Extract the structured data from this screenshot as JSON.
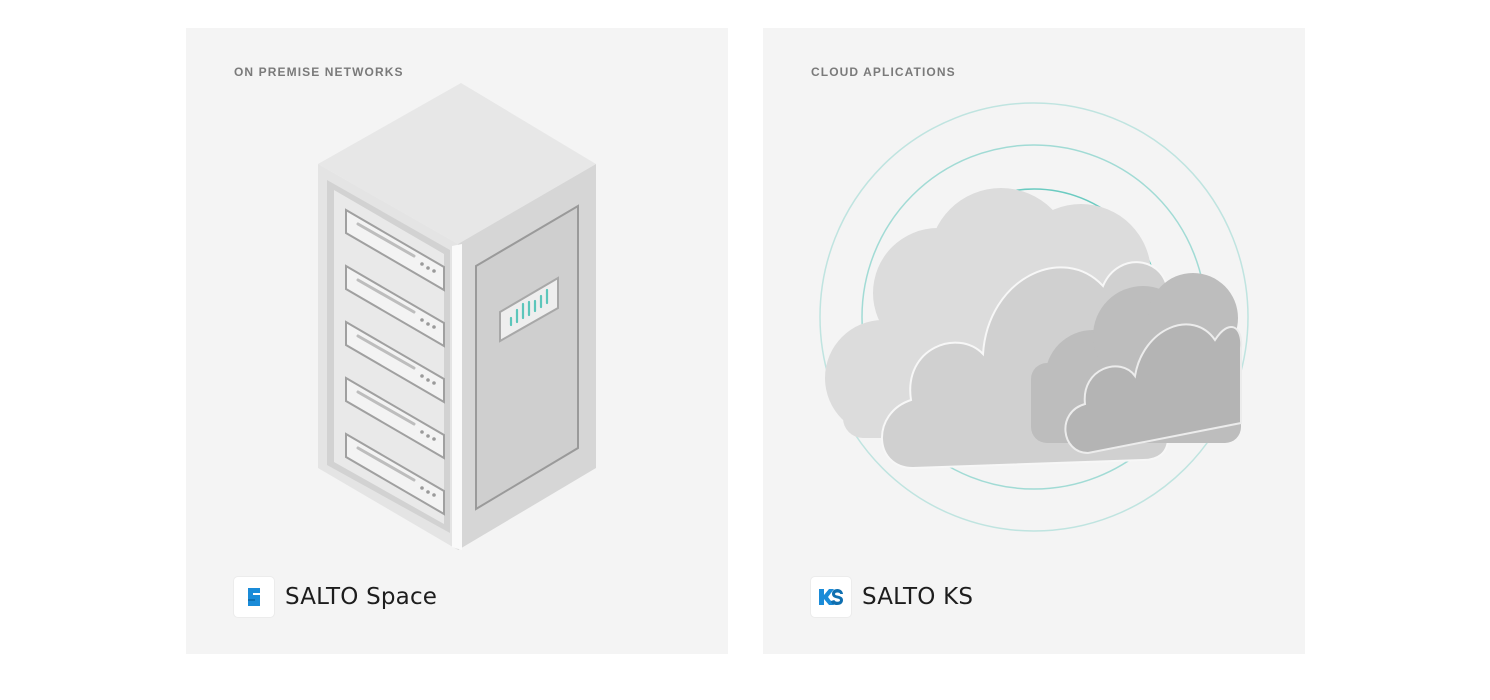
{
  "cards": {
    "on_premise": {
      "label": "ON PREMISE NETWORKS",
      "brand_name": "SALTO Space",
      "logo_icon": "salto-space-s-logo-icon",
      "illustration": "server-rack-icon"
    },
    "cloud": {
      "label": "CLOUD APLICATIONS",
      "brand_name": "SALTO KS",
      "logo_icon": "salto-ks-logo-icon",
      "illustration": "cloud-icon"
    }
  },
  "colors": {
    "card_background": "#f4f4f4",
    "accent_teal": "#5cc6bb",
    "logo_blue": "#1a8bd8",
    "label_grey": "#7a7a7a",
    "brand_text": "#1d1d1d"
  }
}
